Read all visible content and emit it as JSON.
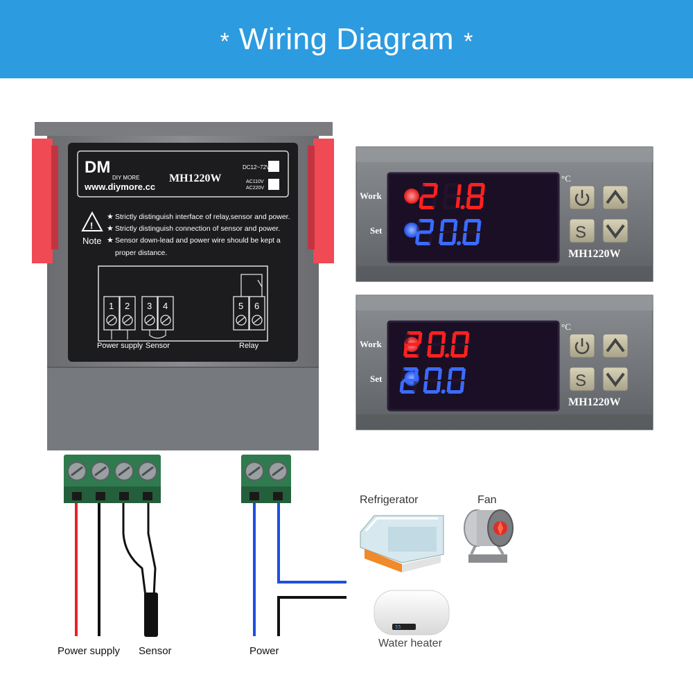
{
  "header": {
    "title": "Wiring Diagram",
    "star": "*"
  },
  "module": {
    "brand_logo": "DM",
    "brand_sub": "DIY MORE",
    "brand_url": "www.diymore.cc",
    "model": "MH1220W",
    "voltage_dc": "DC12~72V",
    "voltage_ac1": "AC110V",
    "voltage_ac2": "AC220V",
    "note_label": "Note",
    "notes": [
      "Strictly distinguish interface of relay,sensor and power.",
      "Strictly distinguish connection of sensor and power.",
      "Sensor down-lead and power wire should be kept a"
    ],
    "note_continuation": "proper distance.",
    "terminals": [
      "1",
      "2",
      "3",
      "4",
      "5",
      "6"
    ],
    "group_power": "Power supply",
    "group_sensor": "Sensor",
    "group_relay": "Relay"
  },
  "displays": [
    {
      "work_label": "Work",
      "set_label": "Set",
      "work_value": "21.8",
      "set_value": "20.0",
      "unit": "°C",
      "model": "MH1220W",
      "set_button": "S"
    },
    {
      "work_label": "Work",
      "set_label": "Set",
      "work_value": "20.0",
      "set_value": "20.0",
      "unit": "°C",
      "model": "MH1220W",
      "set_button": "S"
    }
  ],
  "wiring": {
    "label_power_supply": "Power supply",
    "label_sensor": "Sensor",
    "label_power": "Power"
  },
  "appliances": {
    "refrigerator": "Refrigerator",
    "fan": "Fan",
    "water_heater": "Water heater"
  },
  "colors": {
    "banner": "#2d9be0",
    "wire_red": "#e8202a",
    "wire_black": "#111111",
    "wire_blue": "#1d4fe0",
    "terminal_green": "#2f7a4e",
    "segment_red": "#ff2020",
    "segment_blue": "#3b6bff"
  }
}
